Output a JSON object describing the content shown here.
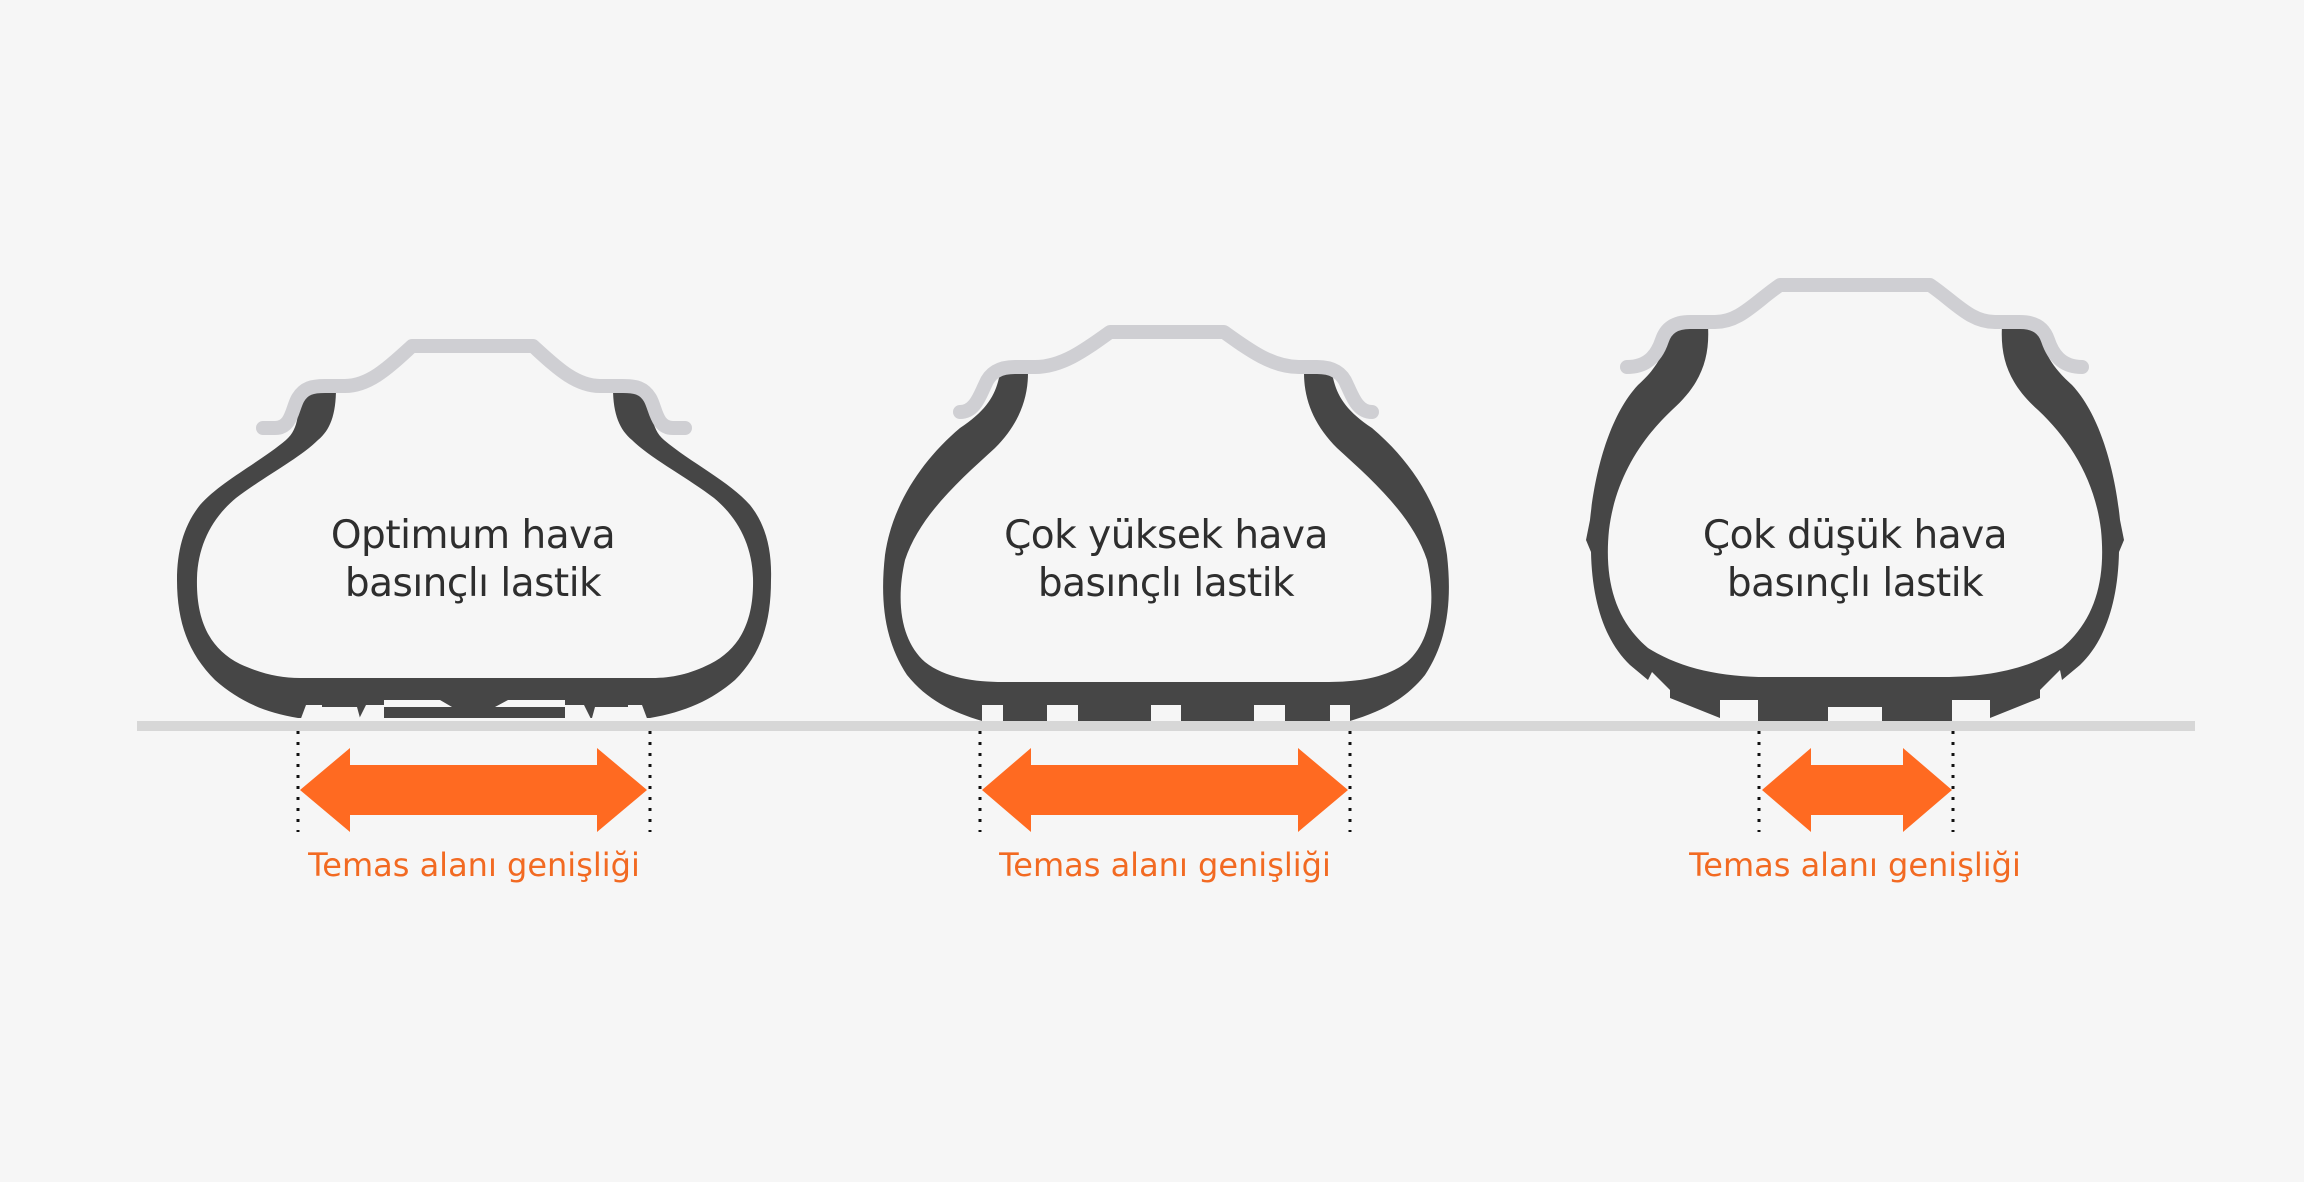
{
  "diagram": {
    "colors": {
      "background": "#f6f6f6",
      "tire": "#464646",
      "rim": "#cfcfd3",
      "ground": "#d7d7d7",
      "arrow": "#ff6a21",
      "label_orange": "#f26a22",
      "text": "#2e2e2e"
    },
    "tires": [
      {
        "id": "optimum",
        "title_line1": "Optimum hava",
        "title_line2": "basınçlı lastik",
        "contact_label": "Temas alanı genişliği",
        "icon": "double-arrow-icon"
      },
      {
        "id": "too-high",
        "title_line1": "Çok yüksek hava",
        "title_line2": "basınçlı lastik",
        "contact_label": "Temas alanı genişliği",
        "icon": "double-arrow-icon"
      },
      {
        "id": "too-low",
        "title_line1": "Çok düşük hava",
        "title_line2": "basınçlı lastik",
        "contact_label": "Temas alanı genişliği",
        "icon": "double-arrow-icon"
      }
    ]
  }
}
